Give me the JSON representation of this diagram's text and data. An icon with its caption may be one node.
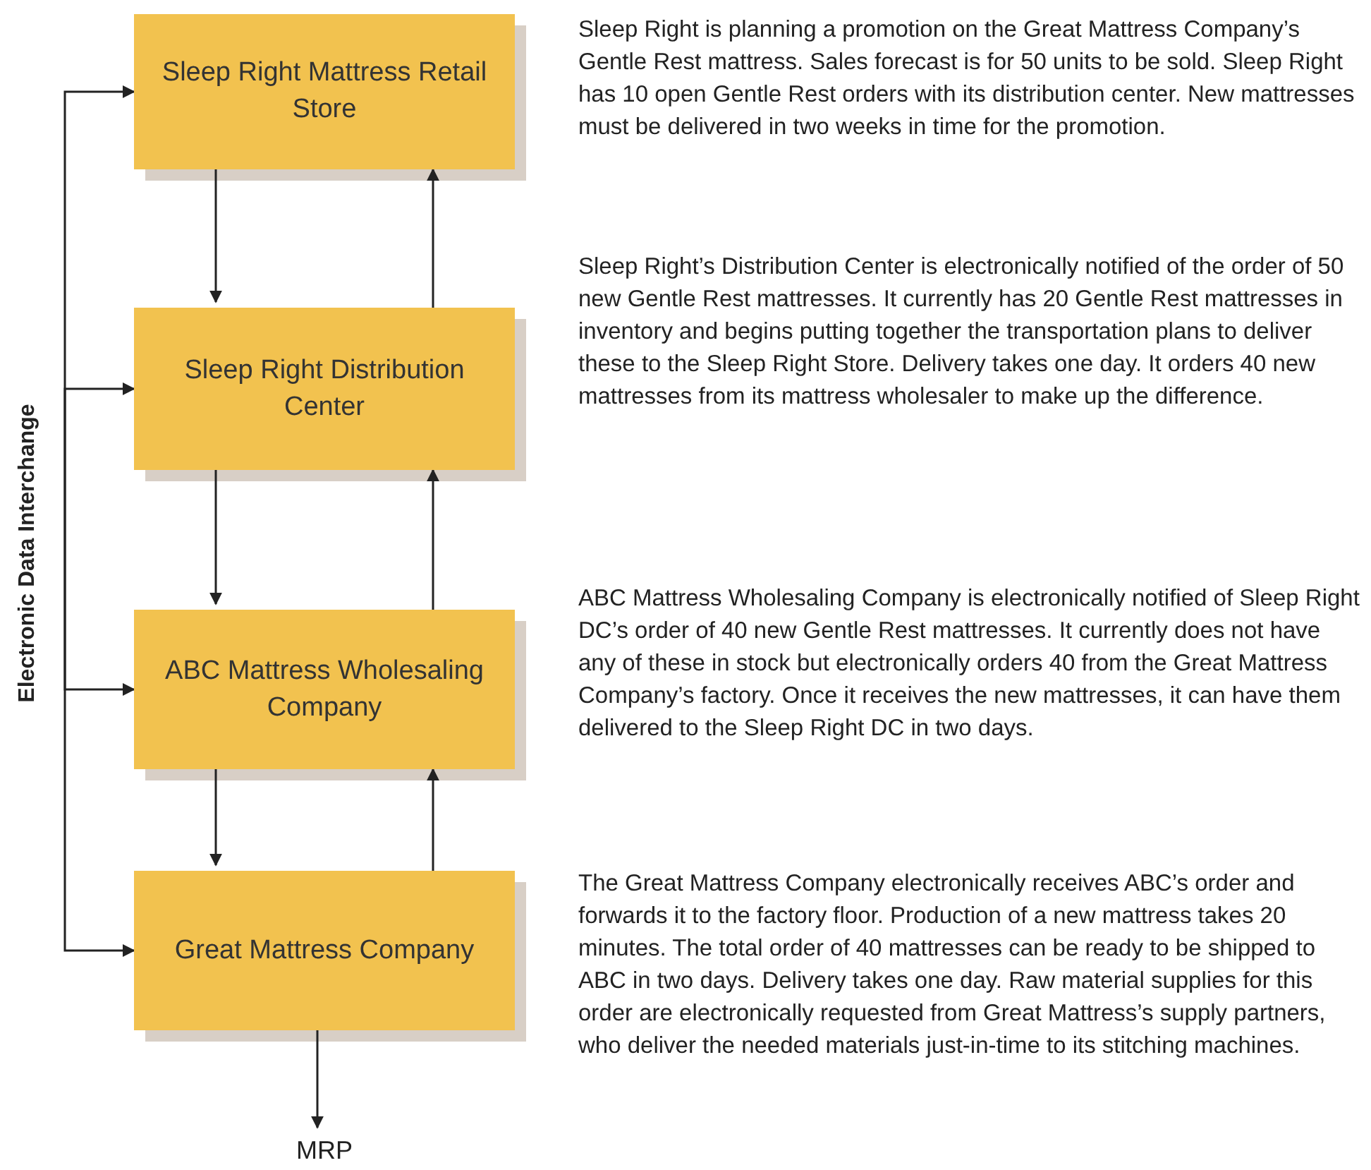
{
  "diagram": {
    "nodes": [
      {
        "text": [
          "Sleep Right Mattress Retail Store"
        ]
      },
      {
        "text": [
          "Sleep Right Distribution Center"
        ]
      },
      {
        "text": [
          "ABC Mattress Wholesaling Company"
        ]
      },
      {
        "text": [
          "Great Mattress Company"
        ]
      },
      {
        "text": [
          "Electronic Data Interchange"
        ]
      },
      {
        "text": [
          "MRP"
        ]
      }
    ],
    "edges": [
      {
        "from": 4,
        "to": 0,
        "arrow": "to"
      },
      {
        "from": 4,
        "to": 1,
        "arrow": "to"
      },
      {
        "from": 4,
        "to": 2,
        "arrow": "to"
      },
      {
        "from": 4,
        "to": 3,
        "arrow": "to"
      },
      {
        "from": 0,
        "to": 1,
        "arrow": "to"
      },
      {
        "from": 1,
        "to": 0,
        "arrow": "to"
      },
      {
        "from": 1,
        "to": 2,
        "arrow": "to"
      },
      {
        "from": 2,
        "to": 1,
        "arrow": "to"
      },
      {
        "from": 2,
        "to": 3,
        "arrow": "to"
      },
      {
        "from": 3,
        "to": 2,
        "arrow": "to"
      },
      {
        "from": 3,
        "to": 5,
        "arrow": "to"
      }
    ],
    "labels": [
      "Sleep Right is planning a promotion on the Great Mattress Company’s Gentle Rest mattress. Sales forecast is for 50 units to be sold. Sleep Right has 10 open Gentle Rest orders with its distribution center. New mattresses must be delivered in two weeks in time for the promotion.",
      "Sleep Right’s Distribution Center is electronically notified of the order of 50 new Gentle Rest mattresses. It currently has 20 Gentle Rest mattresses in inventory and begins putting together the transportation plans to deliver these to the Sleep Right Store. Delivery takes one day. It orders 40 new mattresses from its mattress wholesaler to make up the difference.",
      "ABC Mattress Wholesaling Company is electronically notified of Sleep Right DC’s order of 40 new Gentle Rest mattresses. It currently does not have any of these in stock but electronically orders 40 from the Great Mattress Company’s factory. Once it receives the new mattresses, it can have them delivered to the Sleep Right DC in two days.",
      "The Great Mattress Company electronically receives ABC’s order and forwards it to the factory floor. Production of a new mattress takes 20 minutes. The total order of 40 mattresses can be ready to be shipped to ABC in two days. Delivery takes one day. Raw material supplies for this order are electronically requested from Great Mattress’s supply partners, who deliver the needed materials just-in-time to its stitching machines."
    ]
  }
}
